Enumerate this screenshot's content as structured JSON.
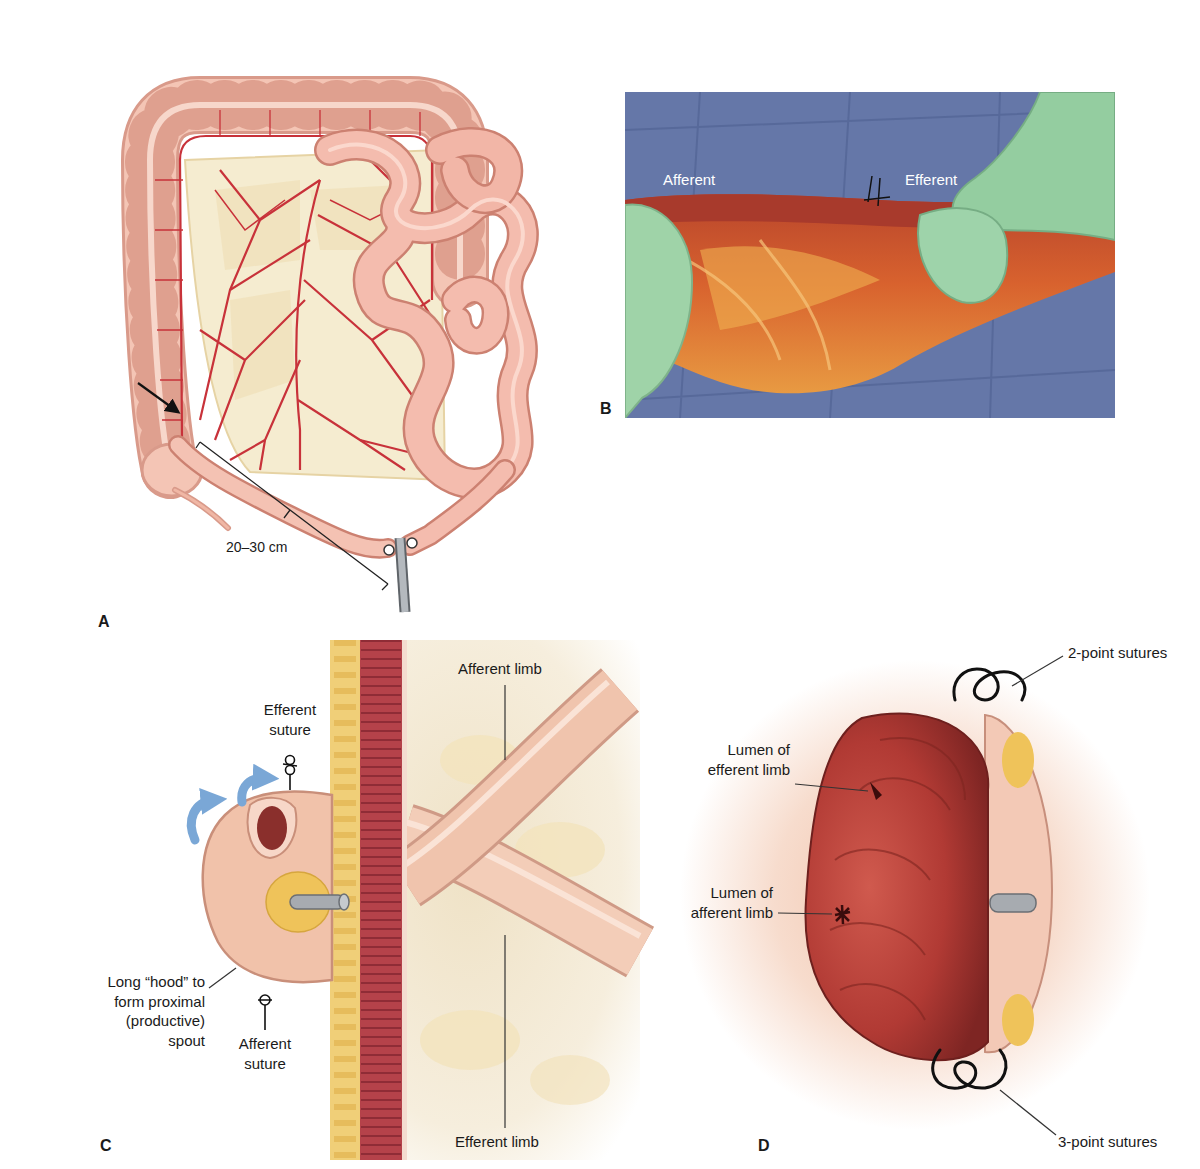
{
  "diagram": {
    "labels": [
      "Afferent",
      "Efferent",
      "B",
      "20–30 cm",
      "A",
      "Efferent suture",
      "Afferent limb",
      "Long “hood” to form proximal (productive) spout",
      "Afferent suture",
      "Efferent limb",
      "C",
      "2-point sutures",
      "Lumen of efferent limb",
      "Lumen of afferent limb",
      "3-point sutures",
      "D"
    ]
  }
}
